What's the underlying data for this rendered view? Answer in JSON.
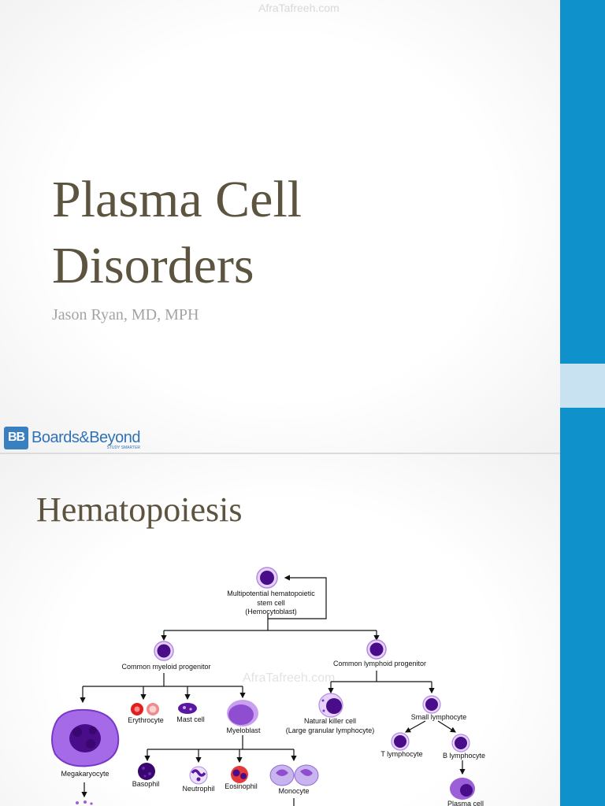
{
  "watermark": "AfraTafreeh.com",
  "slide1": {
    "title_line1": "Plasma Cell",
    "title_line2": "Disorders",
    "subtitle": "Jason Ryan, MD, MPH",
    "logo_mark": "BB",
    "logo_text": "Boards&Beyond",
    "logo_tagline": "STUDY SMARTER"
  },
  "slide2": {
    "title": "Hematopoiesis",
    "diagram": {
      "stem_line1": "Multipotential hematopoietic",
      "stem_line2": "stem cell",
      "stem_line3": "(Hemocytoblast)",
      "myeloid": "Common myeloid progenitor",
      "lymphoid": "Common lymphoid progenitor",
      "megakaryocyte": "Megakaryocyte",
      "erythrocyte": "Erythrocyte",
      "mast_cell": "Mast cell",
      "myeloblast": "Myeloblast",
      "nk_line1": "Natural killer cell",
      "nk_line2": "(Large granular lymphocyte)",
      "small_lymphocyte": "Small lymphocyte",
      "t_lymphocyte": "T lymphocyte",
      "b_lymphocyte": "B lymphocyte",
      "basophil": "Basophil",
      "neutrophil": "Neutrophil",
      "eosinophil": "Eosinophil",
      "monocyte": "Monocyte",
      "plasma_cell": "Plasma cell"
    }
  },
  "colors": {
    "sidebar": "#0f91cc",
    "title": "#5d5440",
    "subtitle": "#a3a3a3",
    "cell_purple": "#4a0d8a",
    "cell_ring": "#c9a6ec"
  }
}
